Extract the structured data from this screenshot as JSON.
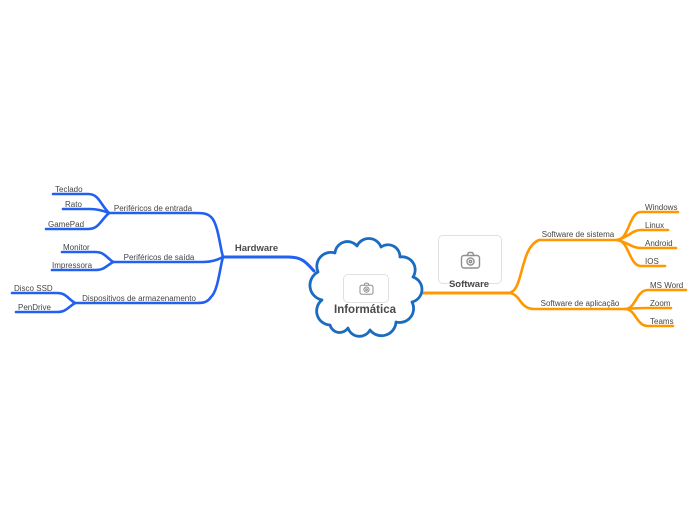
{
  "colors": {
    "hardware_branch": "#2260f0",
    "software_branch": "#ff9800",
    "cloud_stroke": "#1b6cc0",
    "label_text": "#454545",
    "box_border": "#e0e0e0",
    "icon_gray": "#8f8f8f"
  },
  "root": {
    "label": "Informática",
    "icon": "camera-placeholder-icon"
  },
  "branches": {
    "hardware": {
      "label": "Hardware",
      "children": [
        {
          "label": "Periféricos de entrada",
          "children": [
            "Teclado",
            "Rato",
            "GamePad"
          ]
        },
        {
          "label": "Periféricos de saída",
          "children": [
            "Monitor",
            "Impressora"
          ]
        },
        {
          "label": "Dispositivos de armazenamento",
          "children": [
            "Disco SSD",
            "PenDrive"
          ]
        }
      ]
    },
    "software": {
      "label": "Software",
      "icon": "camera-placeholder-icon",
      "children": [
        {
          "label": "Software de sistema",
          "children": [
            "Windows",
            "Linux",
            "Android",
            "IOS"
          ]
        },
        {
          "label": "Software de aplicação",
          "children": [
            "MS Word",
            "Zoom",
            "Teams"
          ]
        }
      ]
    }
  }
}
